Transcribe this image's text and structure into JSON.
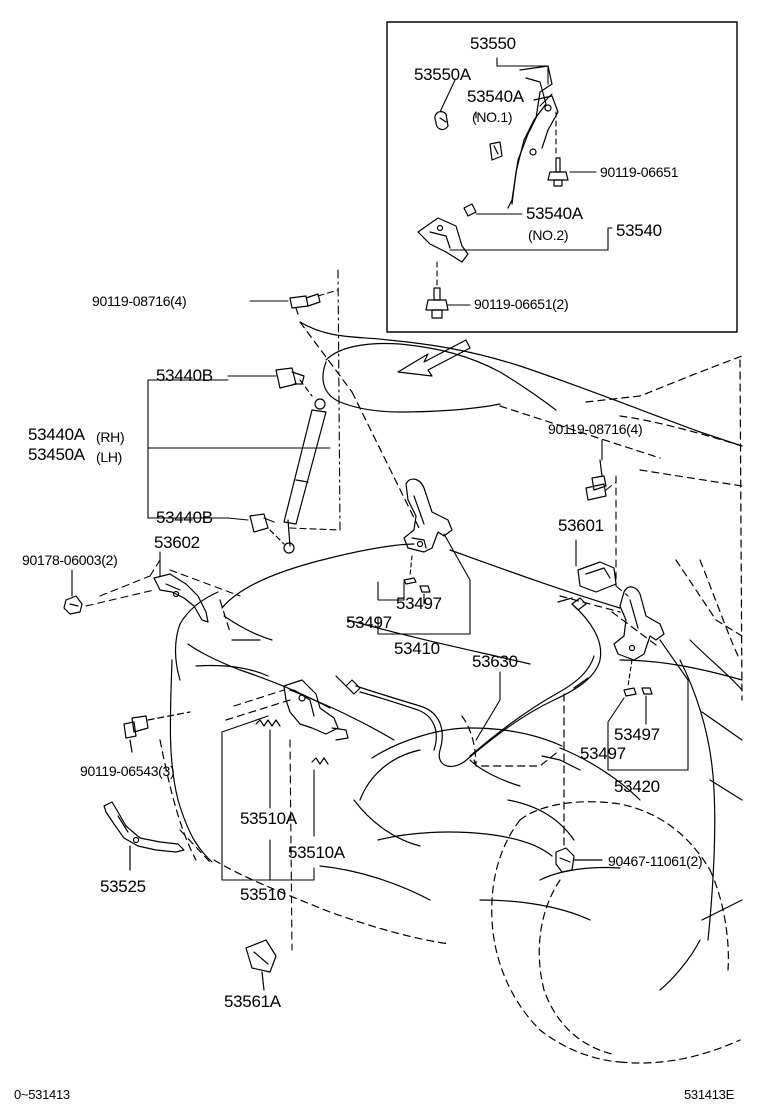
{
  "labels": {
    "p53550": "53550",
    "p53550A": "53550A",
    "p53540A_top": "53540A",
    "no1": "(NO.1)",
    "p90119_06651": "90119-06651",
    "p53540A_mid": "53540A",
    "no2": "(NO.2)",
    "p53540": "53540",
    "p90119_06651_2": "90119-06651(2)",
    "p90119_08716_4_left": "90119-08716(4)",
    "p53440B_top": "53440B",
    "p53440A": "53440A",
    "rh": "(RH)",
    "p53450A": "53450A",
    "lh": "(LH)",
    "p53440B_bot": "53440B",
    "p90119_08716_4_right": "90119-08716(4)",
    "p53601": "53601",
    "p90178_06003_2": "90178-06003(2)",
    "p53602": "53602",
    "p53497_a": "53497",
    "p53497_b": "53497",
    "p53410": "53410",
    "p53630": "53630",
    "p53497_c": "53497",
    "p53497_d": "53497",
    "p53420": "53420",
    "p90119_06543_3": "90119-06543(3)",
    "p53510A_a": "53510A",
    "p53510A_b": "53510A",
    "p53510": "53510",
    "p53525": "53525",
    "p90467_11061_2": "90467-11061(2)",
    "p53561A": "53561A"
  },
  "footer": {
    "left_code": "0~531413",
    "right_code": "531413E"
  }
}
